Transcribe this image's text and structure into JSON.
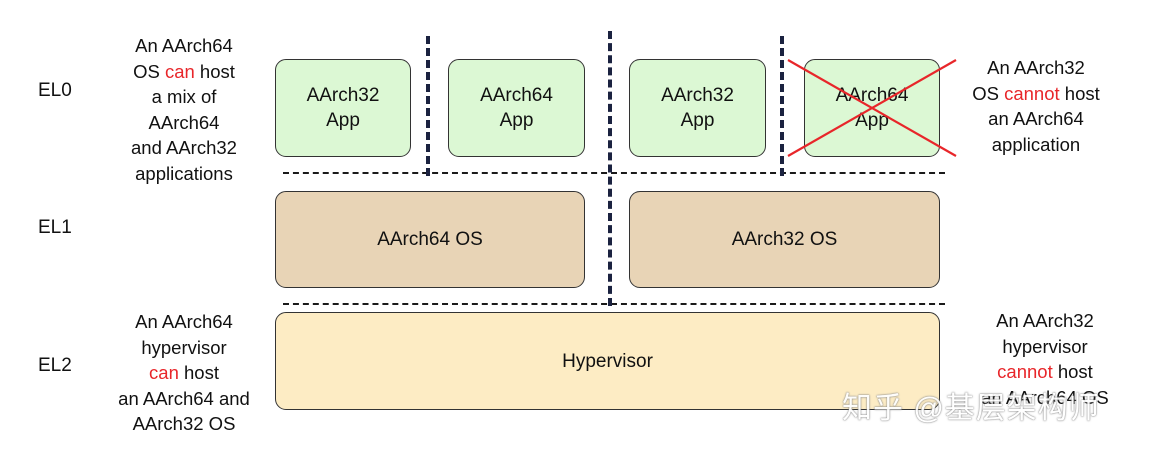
{
  "levels": {
    "el0": "EL0",
    "el1": "EL1",
    "el2": "EL2"
  },
  "notes": {
    "top_left": [
      "An AArch64",
      "OS ",
      "can",
      " host",
      "a mix of",
      "AArch64",
      "and AArch32",
      "applications"
    ],
    "top_right": [
      "An AArch32",
      "OS ",
      "cannot",
      " host",
      "an AArch64",
      "application"
    ],
    "bottom_left": [
      "An AArch64",
      "hypervisor",
      "can",
      " host",
      "an AArch64 and",
      "AArch32 OS"
    ],
    "bottom_right": [
      "An AArch32",
      "hypervisor",
      "cannot",
      " host",
      "an AArch64 OS"
    ]
  },
  "apps": [
    {
      "line1": "AArch32",
      "line2": "App"
    },
    {
      "line1": "AArch64",
      "line2": "App"
    },
    {
      "line1": "AArch32",
      "line2": "App"
    },
    {
      "line1": "AArch64",
      "line2": "App"
    }
  ],
  "os": {
    "left": "AArch64 OS",
    "right": "AArch32 OS"
  },
  "hypervisor": "Hypervisor",
  "watermark": "知乎 @基层架构师",
  "colors": {
    "app_fill": "#dcf8d4",
    "os_fill": "#e8d4b6",
    "hypervisor_fill": "#fdecc4",
    "emphasis": "#e8262a",
    "cross": "#e8262a",
    "divider": "#1b2240"
  }
}
